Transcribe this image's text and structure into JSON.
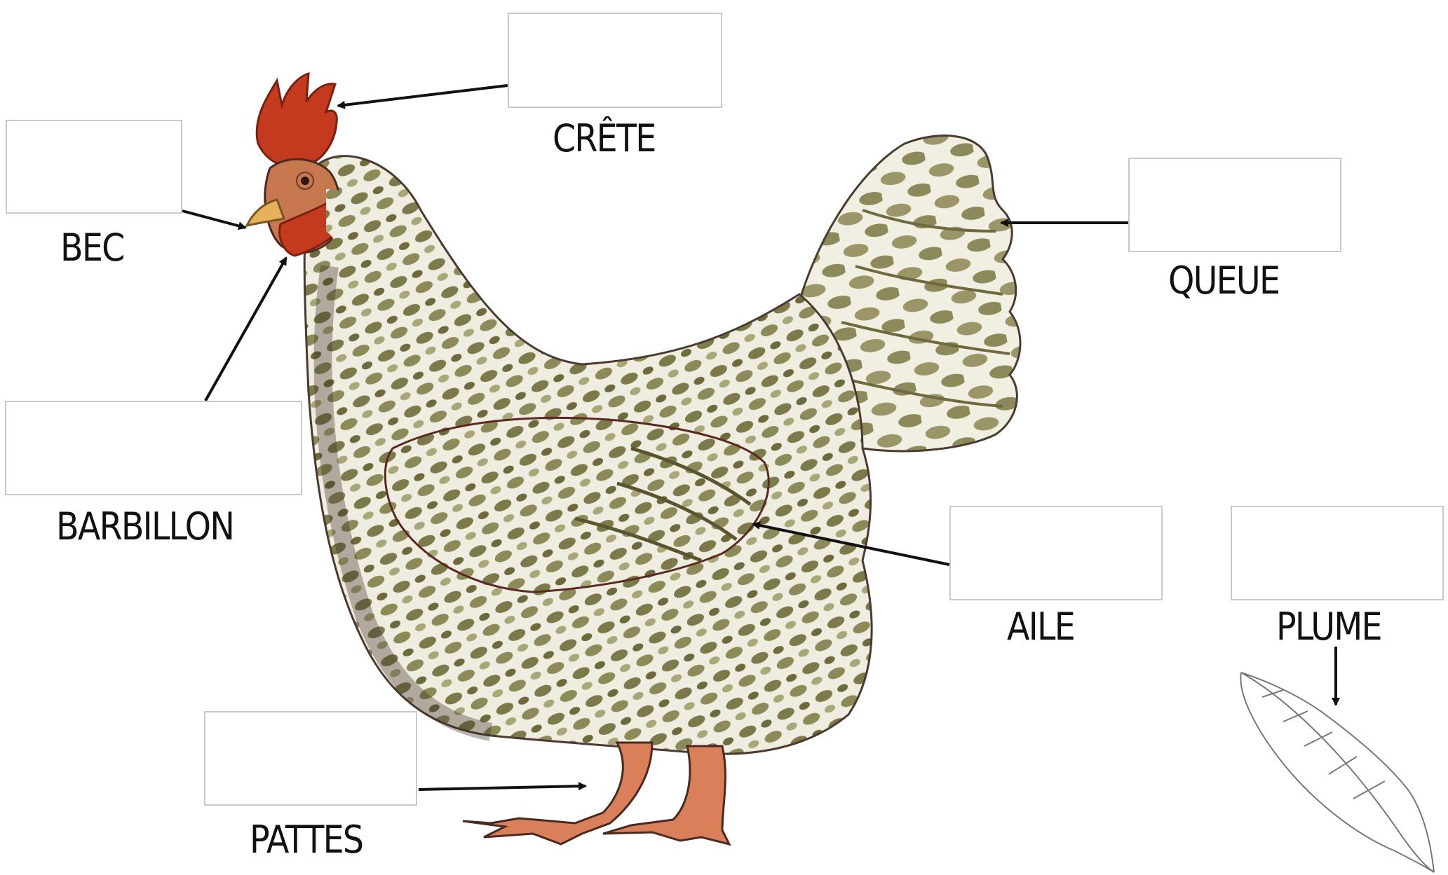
{
  "labels": {
    "crete": "CRÊTE",
    "bec": "BEC",
    "queue": "QUEUE",
    "barbillon": "BARBILLON",
    "aile": "AILE",
    "plume": "PLUME",
    "pattes": "PATTES"
  },
  "colors": {
    "comb": "#c43a1e",
    "feather_dark": "#6e6a3e",
    "feather_mid": "#8d8a5a",
    "feather_light": "#a9a677",
    "body_base": "#f3f0e4",
    "legs": "#d9805a",
    "beak": "#e6b15a",
    "outline": "#3a2e2a",
    "box_border": "#c9c9c9",
    "arrow": "#111111"
  }
}
